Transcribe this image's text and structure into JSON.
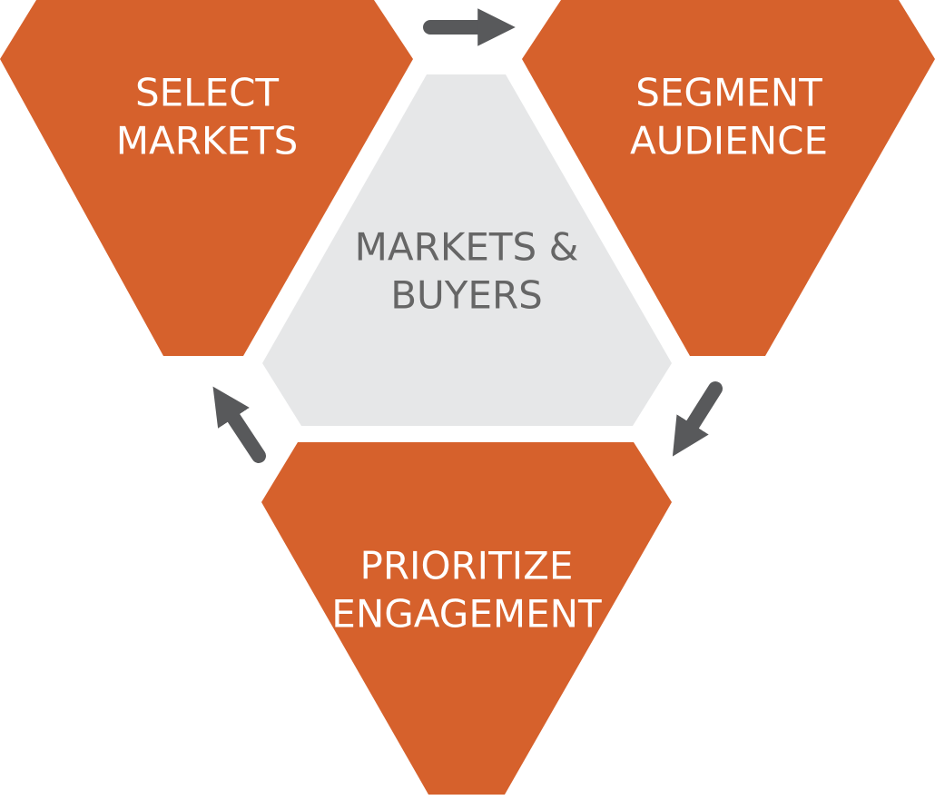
{
  "diagram": {
    "center": {
      "line1": "MARKETS &",
      "line2": "BUYERS"
    },
    "steps": [
      {
        "line1": "SELECT",
        "line2": "MARKETS"
      },
      {
        "line1": "SEGMENT",
        "line2": "AUDIENCE"
      },
      {
        "line1": "PRIORITIZE",
        "line2": "ENGAGEMENT"
      }
    ],
    "colors": {
      "step_fill": "#d6612c",
      "center_fill": "#e6e7e8",
      "step_text": "#ffffff",
      "center_text": "#666666",
      "arrow": "#58595b",
      "background": "#ffffff"
    },
    "flow_direction": "clockwise",
    "arrows": [
      {
        "from": "SELECT MARKETS",
        "to": "SEGMENT AUDIENCE"
      },
      {
        "from": "SEGMENT AUDIENCE",
        "to": "PRIORITIZE ENGAGEMENT"
      },
      {
        "from": "PRIORITIZE ENGAGEMENT",
        "to": "SELECT MARKETS"
      }
    ]
  }
}
